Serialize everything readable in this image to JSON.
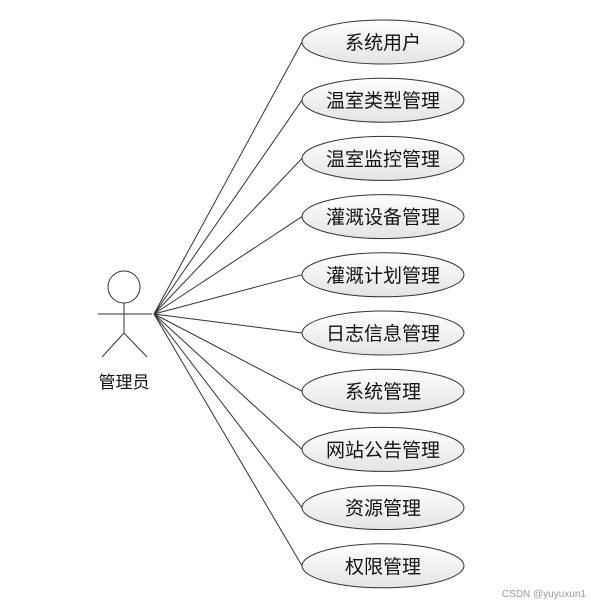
{
  "diagram": {
    "actor": {
      "label": "管理员"
    },
    "use_cases": [
      {
        "label": "系统用户"
      },
      {
        "label": "温室类型管理"
      },
      {
        "label": "温室监控管理"
      },
      {
        "label": "灌溉设备管理"
      },
      {
        "label": "灌溉计划管理"
      },
      {
        "label": "日志信息管理"
      },
      {
        "label": "系统管理"
      },
      {
        "label": "网站公告管理"
      },
      {
        "label": "资源管理"
      },
      {
        "label": "权限管理"
      }
    ],
    "colors": {
      "ellipse_fill_top": "#ffffff",
      "ellipse_fill_bottom": "#e4e4e4",
      "line": "#333333"
    }
  },
  "watermark": "CSDN @yuyuxun1"
}
